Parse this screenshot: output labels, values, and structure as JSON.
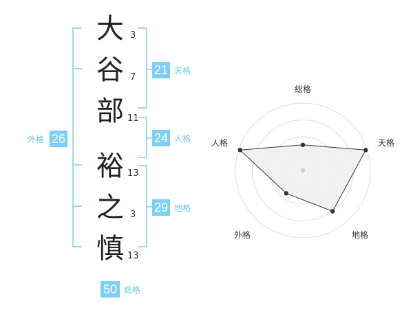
{
  "name": {
    "characters": [
      {
        "char": "大",
        "strokes": "3"
      },
      {
        "char": "谷",
        "strokes": "7"
      },
      {
        "char": "部",
        "strokes": "11"
      },
      {
        "char": "裕",
        "strokes": "13"
      },
      {
        "char": "之",
        "strokes": "3"
      },
      {
        "char": "慎",
        "strokes": "13"
      }
    ]
  },
  "scores": {
    "tenkaku": {
      "value": "21",
      "label": "天格"
    },
    "jinkaku": {
      "value": "24",
      "label": "人格"
    },
    "chikaku": {
      "value": "29",
      "label": "地格"
    },
    "gaikaku": {
      "value": "26",
      "label": "外格"
    },
    "soukaku": {
      "value": "50",
      "label": "総格"
    }
  },
  "colors": {
    "badge": "#7fcff3",
    "bracket": "#9ed8f4",
    "label": "#6fc4ec",
    "radar_fill": "#eeeeee",
    "radar_line": "#333333"
  },
  "chart_data": {
    "type": "radar",
    "axes": [
      "総格",
      "天格",
      "地格",
      "外格",
      "人格"
    ],
    "levels": 4,
    "values": [
      0.38,
      0.98,
      0.75,
      0.42,
      0.98
    ]
  }
}
